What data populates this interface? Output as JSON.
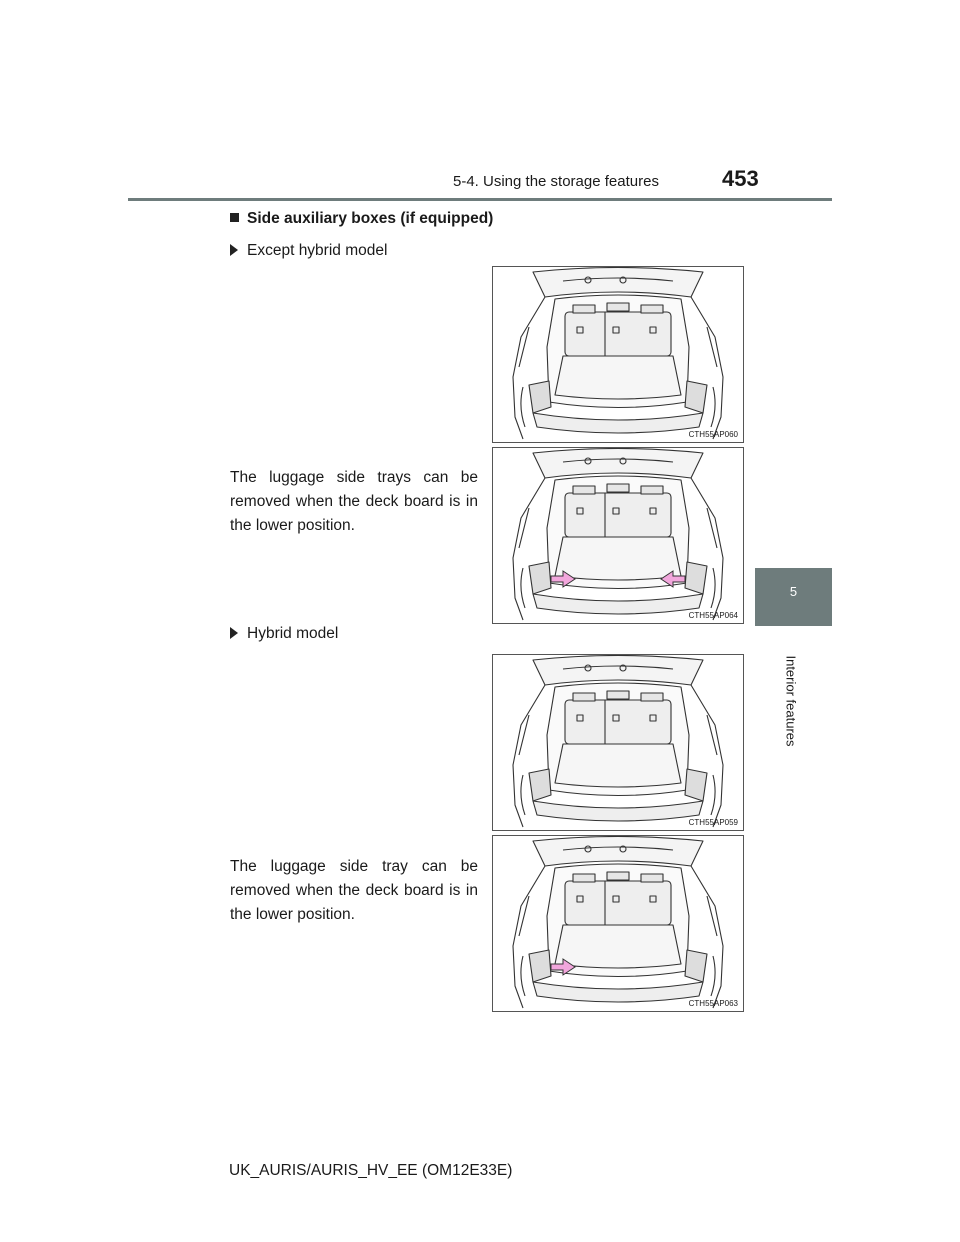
{
  "header": {
    "section": "5-4. Using the storage features",
    "page_number": "453"
  },
  "side_tab": {
    "chapter_number": "5",
    "chapter_title": "Interior features"
  },
  "heading": "Side auxiliary boxes (if equipped)",
  "blocks": [
    {
      "subheading": "Except hybrid model",
      "figures": [
        {
          "code": "CTH55AP060",
          "arrows": "none"
        },
        {
          "code": "CTH55AP064",
          "arrows": "both"
        }
      ],
      "note": "The luggage side trays can be removed when the deck board is in the lower position."
    },
    {
      "subheading": "Hybrid model",
      "figures": [
        {
          "code": "CTH55AP059",
          "arrows": "none"
        },
        {
          "code": "CTH55AP063",
          "arrows": "left"
        }
      ],
      "note": "The luggage side tray can be removed when the deck board is in the lower position."
    }
  ],
  "footer": "UK_AURIS/AURIS_HV_EE (OM12E33E)",
  "colors": {
    "rule": "#6e7c7c",
    "arrow_fill": "#f2a6dc"
  }
}
